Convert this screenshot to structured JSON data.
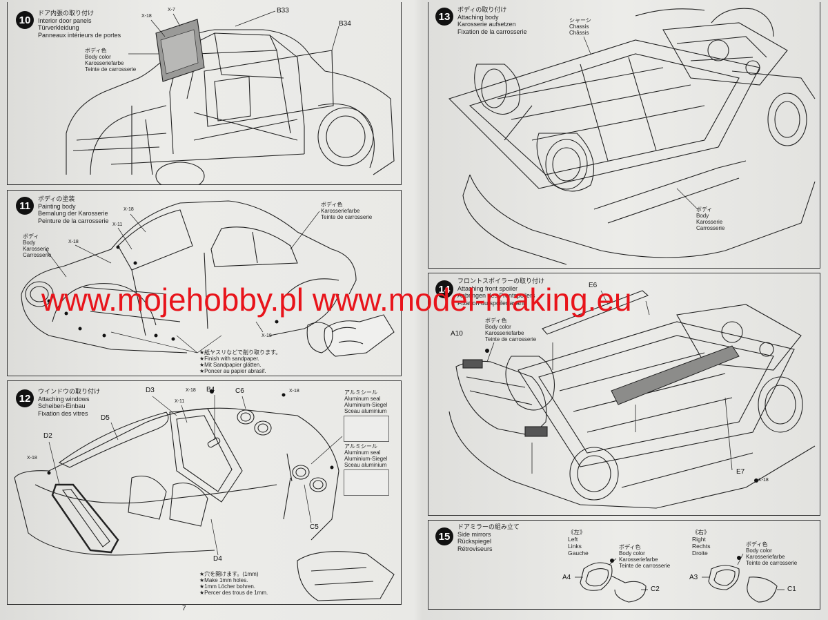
{
  "watermark": "www.mojehobby.pl www.model-making.eu",
  "page_left": "7",
  "step10": {
    "num": "10",
    "jp": "ドア内張の取り付け",
    "en": "Interior door panels",
    "de": "Türverkleidung",
    "fr": "Panneaux intérieurs de portes",
    "color": {
      "jp": "ボディ色",
      "en": "Body color",
      "de": "Karosseriefarbe",
      "fr": "Teinte de carrosserie"
    },
    "parts": {
      "x18": "X-18",
      "x7": "X-7",
      "b33": "B33",
      "b34": "B34"
    }
  },
  "step11": {
    "num": "11",
    "jp": "ボディの塗装",
    "en": "Painting body",
    "de": "Bemalung der Karosserie",
    "fr": "Peinture de la carrosserie",
    "body": {
      "jp": "ボディ",
      "en": "Body",
      "de": "Karosserie",
      "fr": "Carrosserie"
    },
    "color": {
      "jp": "ボディ色",
      "en": "Karosseriefarbe",
      "fr": "Teinte de carrosserie"
    },
    "parts": {
      "x18a": "X-18",
      "x11": "X-11",
      "x18b": "X-18",
      "x18c": "X-18"
    },
    "note": {
      "jp": "★紙ヤスリなどで削り取ります。",
      "en": "★Finish with sandpaper.",
      "de": "★Mit Sandpapier glätten.",
      "fr": "★Poncer au papier abrasif."
    }
  },
  "step12": {
    "num": "12",
    "jp": "ウインドウの取り付け",
    "en": "Attaching windows",
    "de": "Scheiben-Einbau",
    "fr": "Fixation des vitres",
    "parts": {
      "d3": "D3",
      "x18a": "X-18",
      "b4": "B4",
      "x11": "X-11",
      "c6": "C6",
      "x18b": "X-18",
      "d5": "D5",
      "d2": "D2",
      "x18c": "X-18",
      "c5": "C5",
      "d4": "D4"
    },
    "seal1": {
      "jp": "アルミシール",
      "en": "Aluminum seal",
      "de": "Aluminium-Siegel",
      "fr": "Sceau aluminium"
    },
    "seal2": {
      "jp": "アルミシール",
      "en": "Aluminum seal",
      "de": "Aluminium-Siegel",
      "fr": "Sceau aluminium"
    },
    "note": {
      "jp": "★穴を開けます。(1mm)",
      "en": "★Make 1mm holes.",
      "de": "★1mm Löcher bohren.",
      "fr": "★Percer des trous de 1mm."
    }
  },
  "step13": {
    "num": "13",
    "jp": "ボディの取り付け",
    "en": "Attaching body",
    "de": "Karosserie aufsetzen",
    "fr": "Fixation de la carrosserie",
    "chassis": {
      "jp": "シャーシ",
      "en": "Chassis",
      "fr": "Châssis"
    },
    "body": {
      "jp": "ボディ",
      "en": "Body",
      "de": "Karosserie",
      "fr": "Carrosserie"
    }
  },
  "step14": {
    "num": "14",
    "jp": "フロントスポイラーの取り付け",
    "en": "Attaching front spoiler",
    "de": "Anbringen des Frontspoilers",
    "fr": "Fixation du spoiler avant",
    "color": {
      "jp": "ボディ色",
      "en": "Body color",
      "de": "Karosseriefarbe",
      "fr": "Teinte de carrosserie"
    },
    "parts": {
      "a10": "A10",
      "e6": "E6",
      "e7": "E7",
      "x18": "X-18"
    }
  },
  "step15": {
    "num": "15",
    "jp": "ドアミラーの組み立て",
    "en": "Side mirrors",
    "de": "Rückspiegel",
    "fr": "Rétroviseurs",
    "left": {
      "jp": "《左》",
      "en": "Left",
      "de": "Links",
      "fr": "Gauche"
    },
    "right": {
      "jp": "《右》",
      "en": "Right",
      "de": "Rechts",
      "fr": "Droite"
    },
    "color_l": {
      "jp": "ボディ色",
      "en": "Body color",
      "de": "Karosseriefarbe",
      "fr": "Teinte de carrosserie"
    },
    "color_r": {
      "jp": "ボディ色",
      "en": "Body color",
      "de": "Karosseriefarbe",
      "fr": "Teinte de carrosserie"
    },
    "parts": {
      "a4": "A4",
      "c2": "C2",
      "a3": "A3",
      "c1": "C1"
    }
  }
}
